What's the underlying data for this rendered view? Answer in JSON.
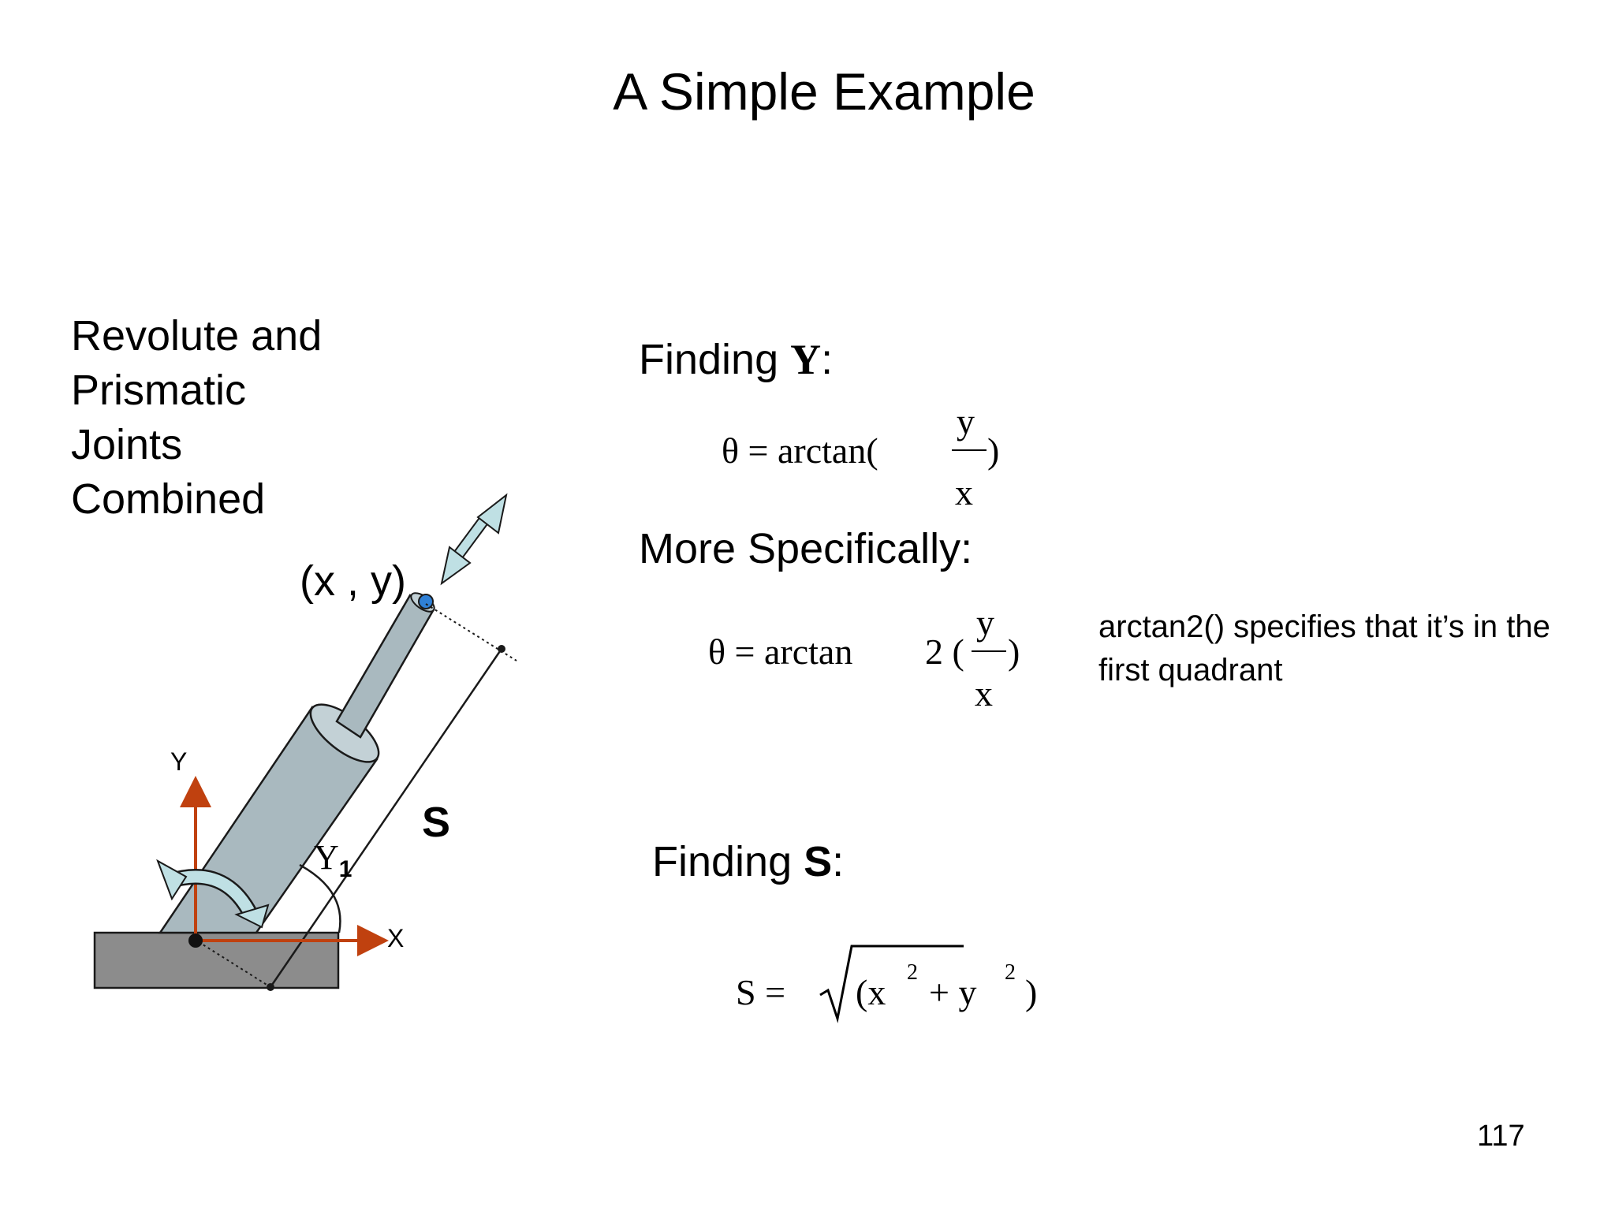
{
  "title": "A Simple Example",
  "left_label": [
    "Revolute and",
    "Prismatic",
    "Joints",
    "Combined"
  ],
  "diagram": {
    "point_label": "(x , y)",
    "axis_y": "Y",
    "axis_x": "X",
    "length_label": "S",
    "angle_label": "Y",
    "angle_subscript": "1",
    "colors": {
      "axis": "#c0410f",
      "cylinder": "#a9b9bf",
      "cylinder_stroke": "#1a1a1a",
      "base": "#8c8c8c",
      "arrow": "#bfe0e4",
      "end_point": "#2f80d6"
    }
  },
  "section_theta": {
    "heading_prefix": "Finding ",
    "heading_symbol": "Y",
    "heading_suffix": ":",
    "formula_left": "θ = arctan(",
    "numerator": "y",
    "denominator": "x",
    "formula_right": ")"
  },
  "section_specific": {
    "heading": "More Specifically",
    "heading_suffix": ":",
    "formula_left": "θ = arctan",
    "formula_mid": "2 (",
    "numerator": "y",
    "denominator": "x",
    "formula_right": ")",
    "note": [
      "arctan2() specifies that it’s in the",
      "first quadrant"
    ]
  },
  "section_s": {
    "heading_prefix": "Finding ",
    "heading_symbol": "S",
    "heading_suffix": ":",
    "formula_left": "S =",
    "formula_body": "(x",
    "exp1": "2",
    "plus": "+ y",
    "exp2": "2",
    "close": ")"
  },
  "page_number": "117"
}
